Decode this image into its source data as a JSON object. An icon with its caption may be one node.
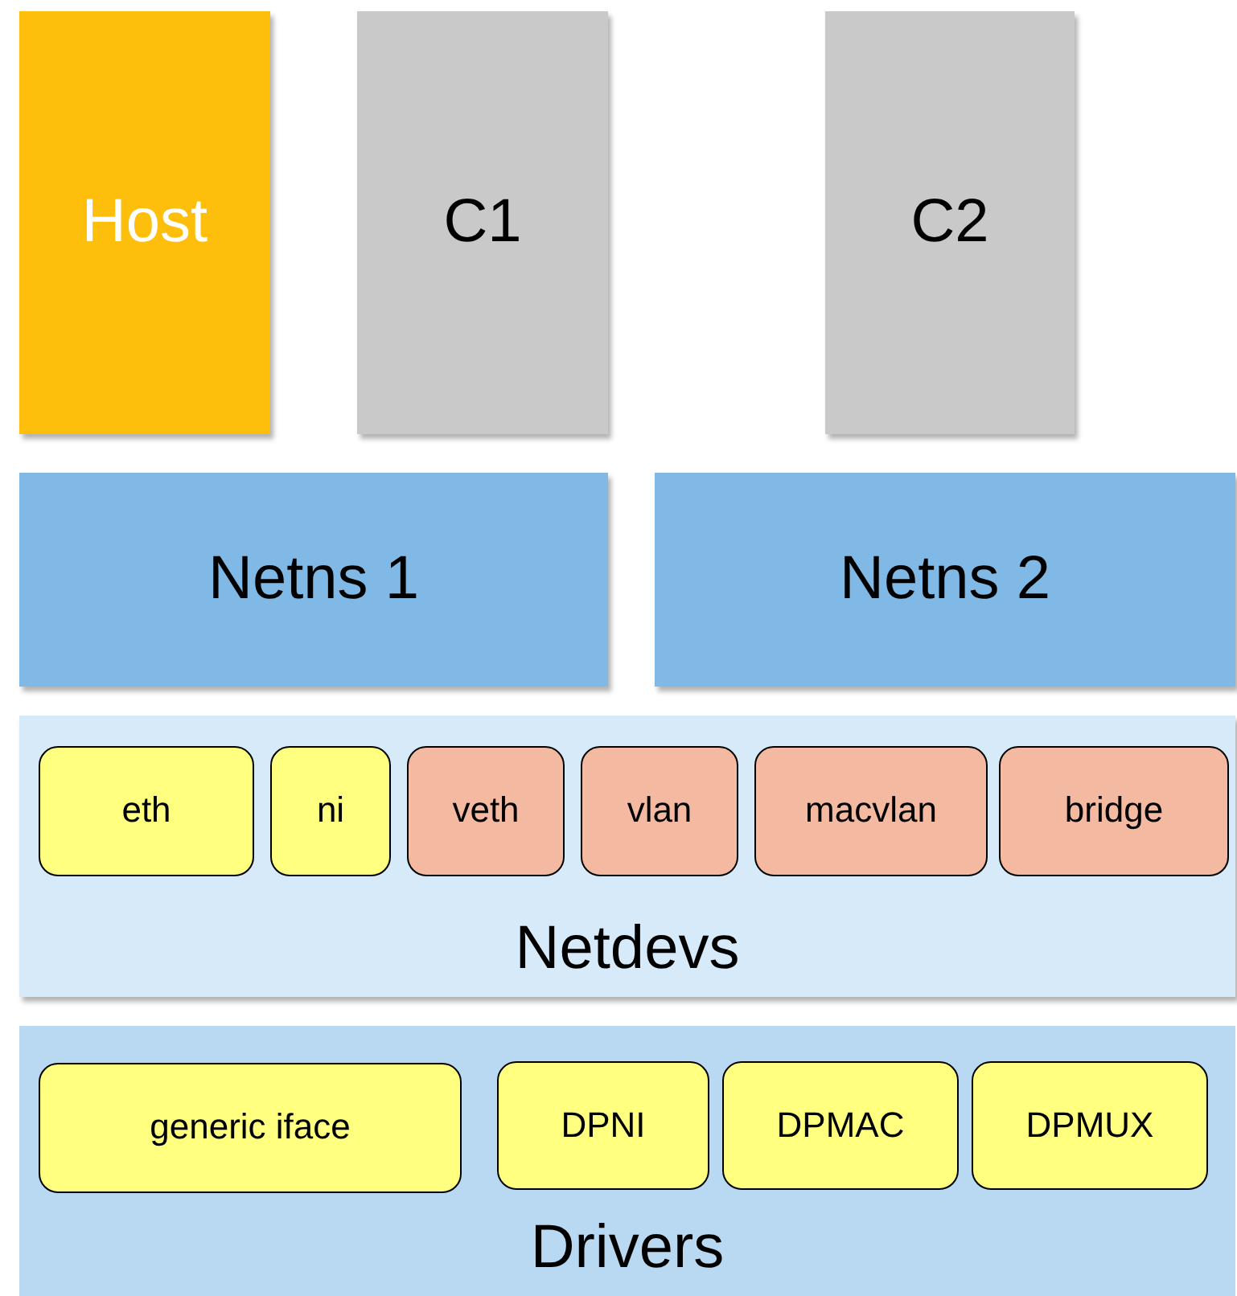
{
  "diagram": {
    "nodes": [
      {
        "text": [
          "Host"
        ]
      },
      {
        "text": [
          "C1"
        ]
      },
      {
        "text": [
          "C2"
        ]
      },
      {
        "text": [
          "Netns 1"
        ]
      },
      {
        "text": [
          "Netns 2"
        ]
      },
      {
        "text": [
          "Netdevs"
        ]
      },
      {
        "text": [
          "eth"
        ],
        "in": 5
      },
      {
        "text": [
          "ni"
        ],
        "in": 5
      },
      {
        "text": [
          "veth"
        ],
        "in": 5
      },
      {
        "text": [
          "vlan"
        ],
        "in": 5
      },
      {
        "text": [
          "macvlan"
        ],
        "in": 5
      },
      {
        "text": [
          "bridge"
        ],
        "in": 5
      },
      {
        "text": [
          "Drivers"
        ]
      },
      {
        "text": [
          "generic iface"
        ],
        "in": 12
      },
      {
        "text": [
          "DPNI"
        ],
        "in": 12
      },
      {
        "text": [
          "DPMAC"
        ],
        "in": 12
      },
      {
        "text": [
          "DPMUX"
        ],
        "in": 12
      }
    ]
  }
}
